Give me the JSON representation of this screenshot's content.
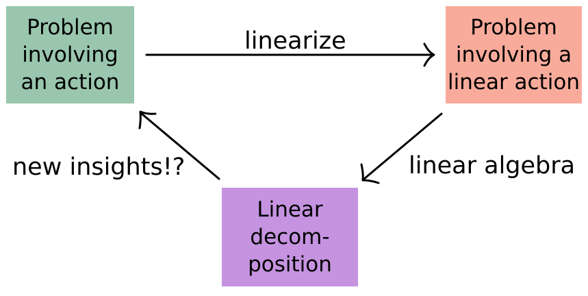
{
  "nodes": {
    "action_problem": {
      "lines": [
        "Problem",
        "involving",
        "an action"
      ],
      "color": "#99c6ad"
    },
    "linear_problem": {
      "lines": [
        "Problem",
        "involving a",
        "linear action"
      ],
      "color": "#f9ab9b"
    },
    "decomposition": {
      "lines": [
        "Linear",
        "decom-",
        "position"
      ],
      "color": "#c593e0"
    }
  },
  "edges": {
    "linearize": {
      "label": "linearize"
    },
    "linear_algebra": {
      "label": "linear algebra"
    },
    "new_insights": {
      "label": "new insights!?"
    }
  }
}
